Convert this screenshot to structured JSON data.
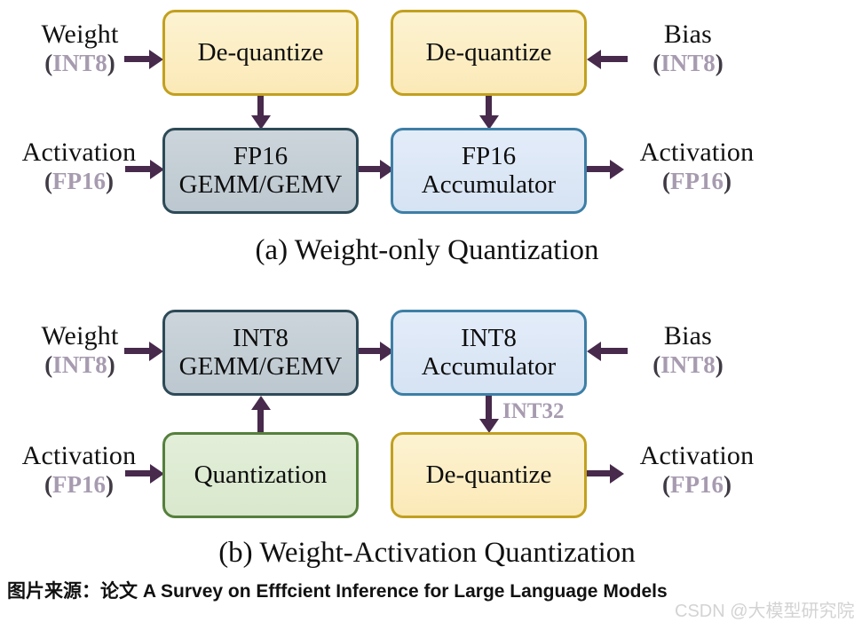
{
  "figure": {
    "panel_a": {
      "caption": "(a) Weight-only Quantization",
      "inputs": {
        "weight": {
          "name": "Weight",
          "dtype_open": "(",
          "dtype": "INT8",
          "dtype_close": ")"
        },
        "activation": {
          "name": "Activation",
          "dtype_open": "(",
          "dtype": "FP16",
          "dtype_close": ")"
        },
        "bias": {
          "name": "Bias",
          "dtype_open": "(",
          "dtype": "INT8",
          "dtype_close": ")"
        }
      },
      "outputs": {
        "activation": {
          "name": "Activation",
          "dtype_open": "(",
          "dtype": "FP16",
          "dtype_close": ")"
        }
      },
      "blocks": {
        "dequant_weight": "De-quantize",
        "dequant_bias": "De-quantize",
        "gemm": "FP16\nGEMM/GEMV",
        "accumulator": "FP16\nAccumulator"
      }
    },
    "panel_b": {
      "caption": "(b) Weight-Activation Quantization",
      "inputs": {
        "weight": {
          "name": "Weight",
          "dtype_open": "(",
          "dtype": "INT8",
          "dtype_close": ")"
        },
        "activation": {
          "name": "Activation",
          "dtype_open": "(",
          "dtype": "FP16",
          "dtype_close": ")"
        },
        "bias": {
          "name": "Bias",
          "dtype_open": "(",
          "dtype": "INT8",
          "dtype_close": ")"
        }
      },
      "outputs": {
        "activation": {
          "name": "Activation",
          "dtype_open": "(",
          "dtype": "FP16",
          "dtype_close": ")"
        }
      },
      "blocks": {
        "gemm": "INT8\nGEMM/GEMV",
        "accumulator": "INT8\nAccumulator",
        "quantization": "Quantization",
        "dequantize": "De-quantize"
      },
      "edge_labels": {
        "accum_to_dequant": "INT32"
      }
    },
    "source_note": "图片来源：论文 A Survey on Efffcient Inference for Large Language Models",
    "watermark": "CSDN @大模型研究院",
    "colors": {
      "arrow": "#472a4c",
      "dtype_text": "#a79bb0",
      "yellow_fill": "#fbe9b7",
      "yellow_border": "#c2a01f",
      "gray_fill": "#c4cdd4",
      "gray_border": "#2d4a57",
      "blue_fill": "#dde7f5",
      "blue_border": "#3d7fa6",
      "green_fill": "#dfebd5",
      "green_border": "#55803c",
      "watermark": "#d3d3d3"
    }
  }
}
